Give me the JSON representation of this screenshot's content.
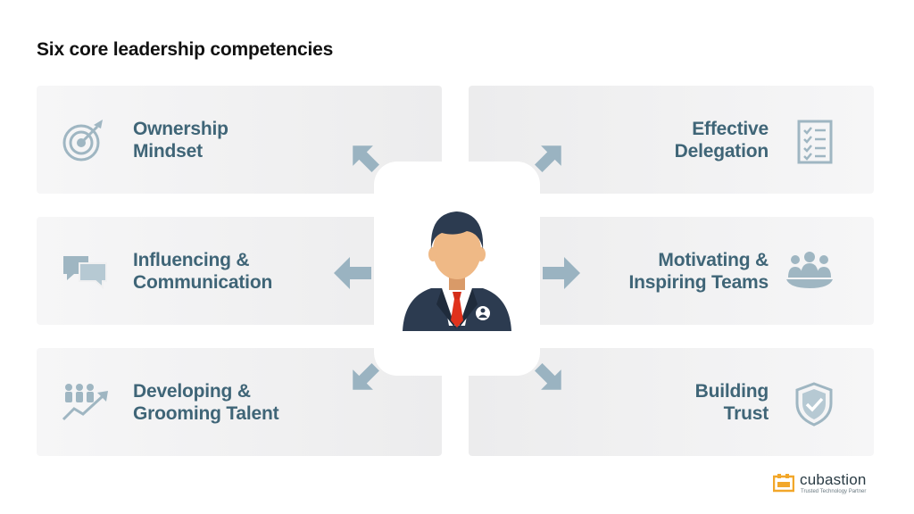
{
  "title": "Six core leadership competencies",
  "competencies": {
    "ownership": {
      "line1": "Ownership",
      "line2": "Mindset",
      "icon": "target-icon"
    },
    "delegation": {
      "line1": "Effective",
      "line2": "Delegation",
      "icon": "checklist-icon"
    },
    "influencing": {
      "line1": "Influencing &",
      "line2": "Communication",
      "icon": "chat-bubbles-icon"
    },
    "motivating": {
      "line1": "Motivating &",
      "line2": "Inspiring Teams",
      "icon": "team-icon"
    },
    "developing": {
      "line1": "Developing &",
      "line2": "Grooming Talent",
      "icon": "growth-people-icon"
    },
    "trust": {
      "line1": "Building",
      "line2": "Trust",
      "icon": "shield-check-icon"
    }
  },
  "center_icon": "leader-icon",
  "brand": {
    "name": "cubastion",
    "tagline": "Trusted Technology Partner"
  },
  "colors": {
    "text": "#3f6577",
    "icon": "#9fb6c2",
    "arrow": "#9ab3c1",
    "tie": "#e0321c",
    "brand_accent": "#f2a72a"
  }
}
